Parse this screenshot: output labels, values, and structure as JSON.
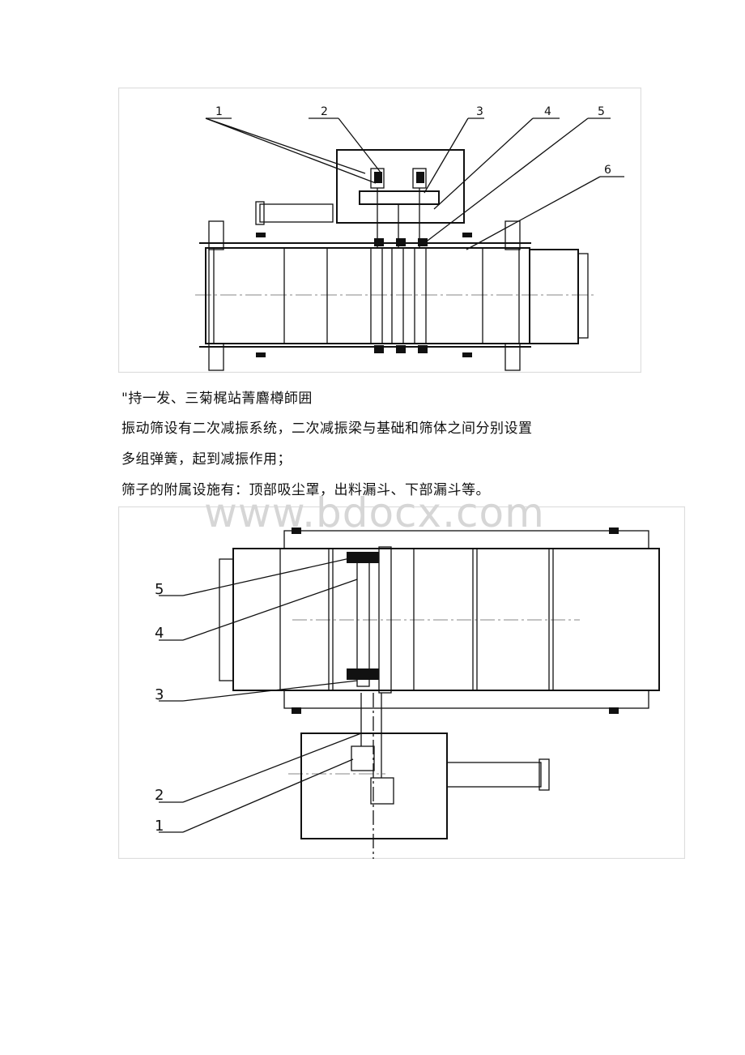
{
  "figure_top": {
    "callouts": [
      "1",
      "2",
      "3",
      "4",
      "5",
      "6"
    ]
  },
  "paragraphs": [
    "\"持一发、三菊梶站菁麔樽師囲",
    "振动筛设有二次减振系统，二次减振梁与基础和筛体之间分别设置",
    "多组弹簧，起到减振作用；",
    "筛子的附属设施有：顶部吸尘罩，出料漏斗、下部漏斗等。"
  ],
  "watermark": "www.bdocx.com",
  "figure_bottom": {
    "callouts": [
      "5",
      "4",
      "3",
      "2",
      "1"
    ]
  }
}
